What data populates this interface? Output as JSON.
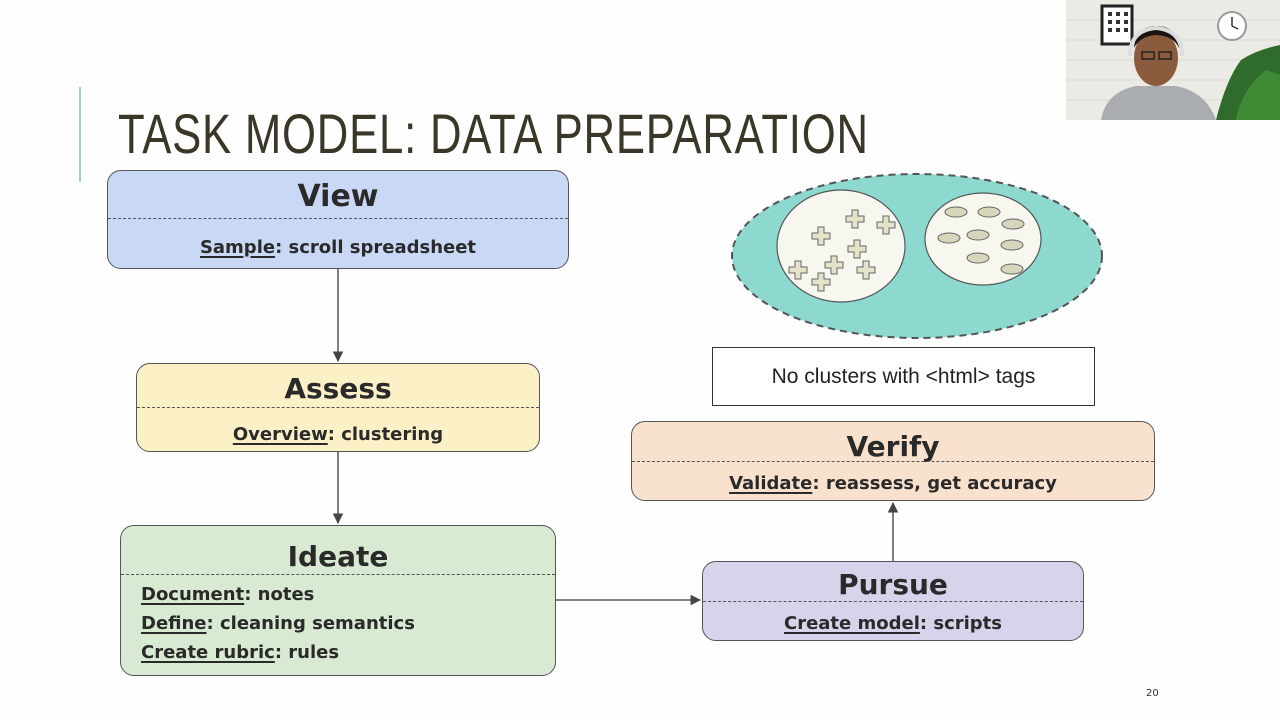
{
  "slide": {
    "title": "TASK MODEL: DATA PREPARATION",
    "page_number": "20"
  },
  "boxes": {
    "view": {
      "title": "View",
      "lines": [
        {
          "key": "Sample",
          "rest": ": scroll spreadsheet"
        }
      ]
    },
    "assess": {
      "title": "Assess",
      "lines": [
        {
          "key": "Overview",
          "rest": ": clustering"
        }
      ]
    },
    "ideate": {
      "title": "Ideate",
      "lines": [
        {
          "key": "Document",
          "rest": ": notes"
        },
        {
          "key": "Define",
          "rest": ": cleaning semantics"
        },
        {
          "key": "Create rubric",
          "rest": ": rules"
        }
      ]
    },
    "pursue": {
      "title": "Pursue",
      "lines": [
        {
          "key": "Create model",
          "rest": ": scripts"
        }
      ]
    },
    "verify": {
      "title": "Verify",
      "lines": [
        {
          "key": "Validate",
          "rest": ": reassess, get accuracy"
        }
      ]
    }
  },
  "note": {
    "text": "No clusters with <html> tags"
  },
  "colors": {
    "view": "#c9d8f5",
    "assess": "#fbf0c6",
    "ideate": "#d9ead2",
    "pursue": "#d7d3eb",
    "verify": "#f9e2cd",
    "cluster_fill": "#8dd8cf"
  }
}
